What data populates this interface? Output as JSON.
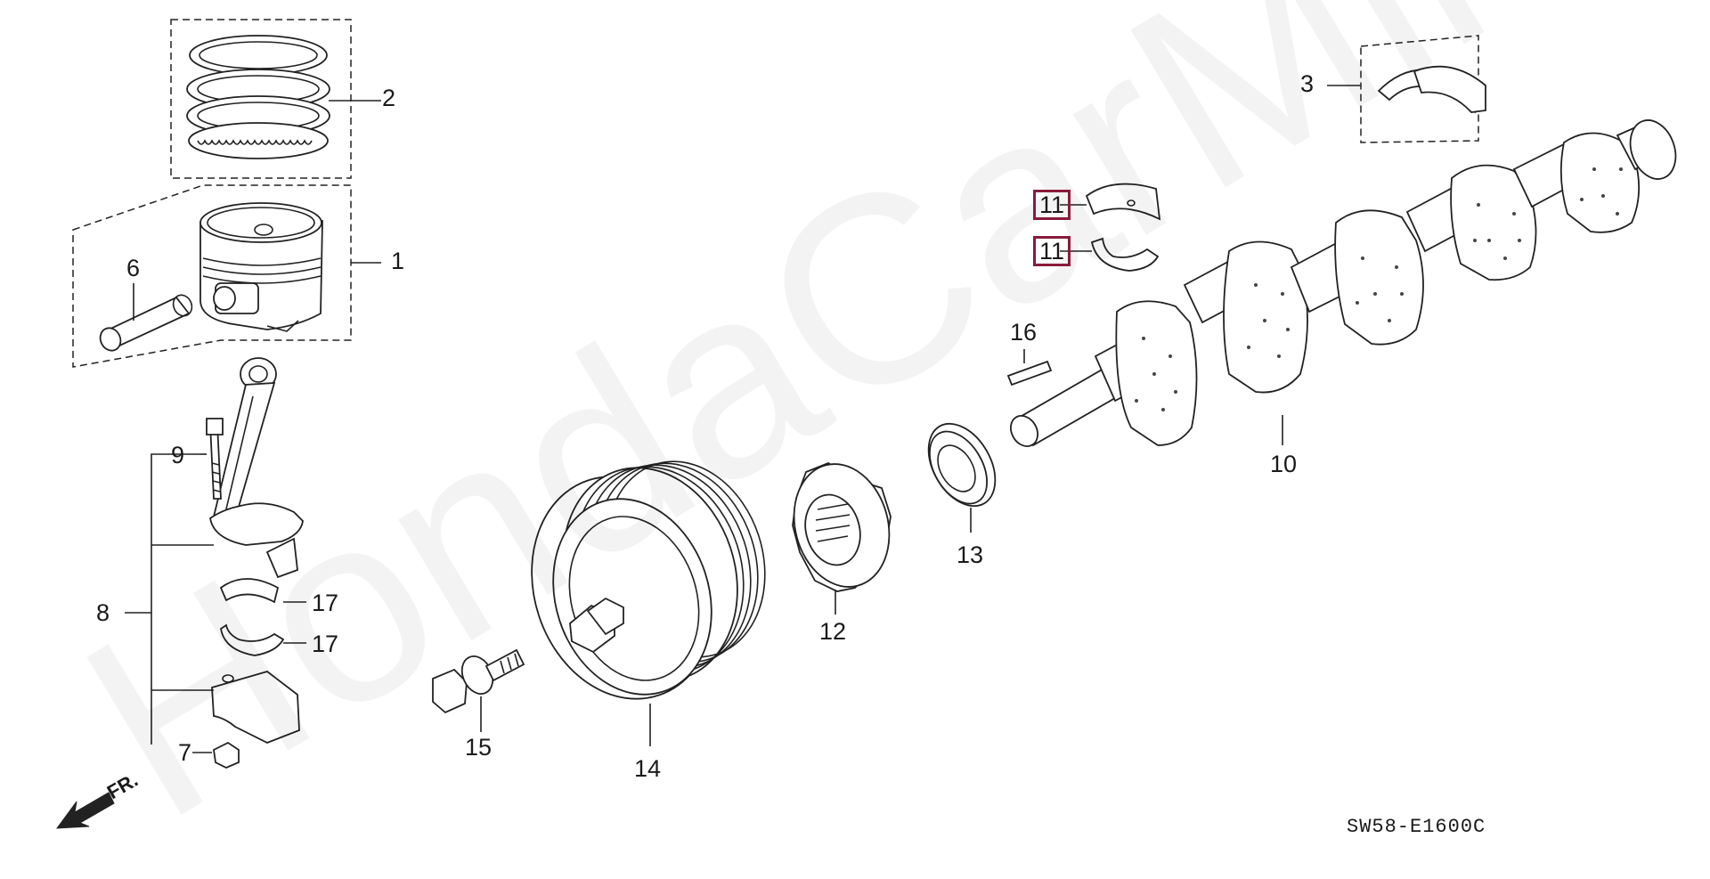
{
  "diagram_code": "SW58-E1600C",
  "direction_label": "FR.",
  "watermark": "HondaCarMine.ru",
  "parts": [
    {
      "ref": "1",
      "highlighted": false
    },
    {
      "ref": "2",
      "highlighted": false
    },
    {
      "ref": "3",
      "highlighted": false
    },
    {
      "ref": "6",
      "highlighted": false
    },
    {
      "ref": "7",
      "highlighted": false
    },
    {
      "ref": "8",
      "highlighted": false
    },
    {
      "ref": "9",
      "highlighted": false
    },
    {
      "ref": "10",
      "highlighted": false
    },
    {
      "ref": "11",
      "highlighted": true
    },
    {
      "ref": "11",
      "highlighted": true
    },
    {
      "ref": "12",
      "highlighted": false
    },
    {
      "ref": "13",
      "highlighted": false
    },
    {
      "ref": "14",
      "highlighted": false
    },
    {
      "ref": "15",
      "highlighted": false
    },
    {
      "ref": "16",
      "highlighted": false
    },
    {
      "ref": "17",
      "highlighted": false
    },
    {
      "ref": "17",
      "highlighted": false
    }
  ],
  "colors": {
    "highlight": "#8b1a3a",
    "line": "#222222"
  }
}
